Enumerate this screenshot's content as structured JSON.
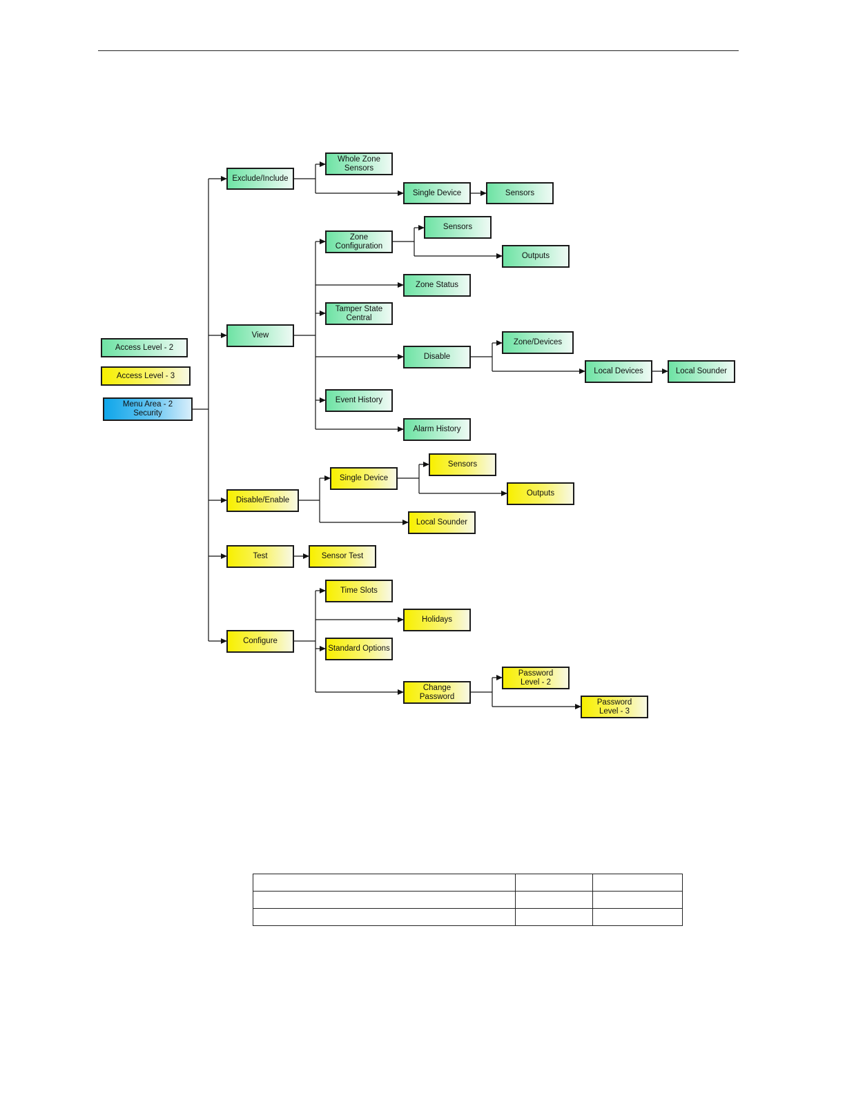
{
  "legend": {
    "access_level_2": "Access Level - 2",
    "access_level_3": "Access Level - 3",
    "menu_area": "Menu Area - 2\nSecurity"
  },
  "colors": {
    "access_level_2": "#6ee3a4",
    "access_level_3": "#f8f000",
    "menu_area": "#0fa6ea"
  },
  "nodes": {
    "exclude_include": "Exclude/Include",
    "whole_zone_sensors": "Whole Zone\nSensors",
    "exclude_single_device": "Single Device",
    "exclude_sensors": "Sensors",
    "view": "View",
    "zone_configuration": "Zone\nConfiguration",
    "zone_config_sensors": "Sensors",
    "zone_config_outputs": "Outputs",
    "zone_status": "Zone Status",
    "tamper_state_central": "Tamper State\nCentral",
    "disable": "Disable",
    "zone_devices": "Zone/Devices",
    "local_devices": "Local Devices",
    "local_sounder_view": "Local Sounder",
    "event_history": "Event History",
    "alarm_history": "Alarm History",
    "disable_enable": "Disable/Enable",
    "de_single_device": "Single Device",
    "de_sensors": "Sensors",
    "de_outputs": "Outputs",
    "de_local_sounder": "Local Sounder",
    "test": "Test",
    "sensor_test": "Sensor Test",
    "configure": "Configure",
    "time_slots": "Time Slots",
    "holidays": "Holidays",
    "standard_options": "Standard Options",
    "change_password": "Change\nPassword",
    "password_level_2": "Password\nLevel - 2",
    "password_level_3": "Password\nLevel - 3"
  },
  "table": {
    "rows": [
      [
        "",
        "",
        ""
      ],
      [
        "",
        "",
        ""
      ],
      [
        "",
        "",
        ""
      ]
    ]
  }
}
